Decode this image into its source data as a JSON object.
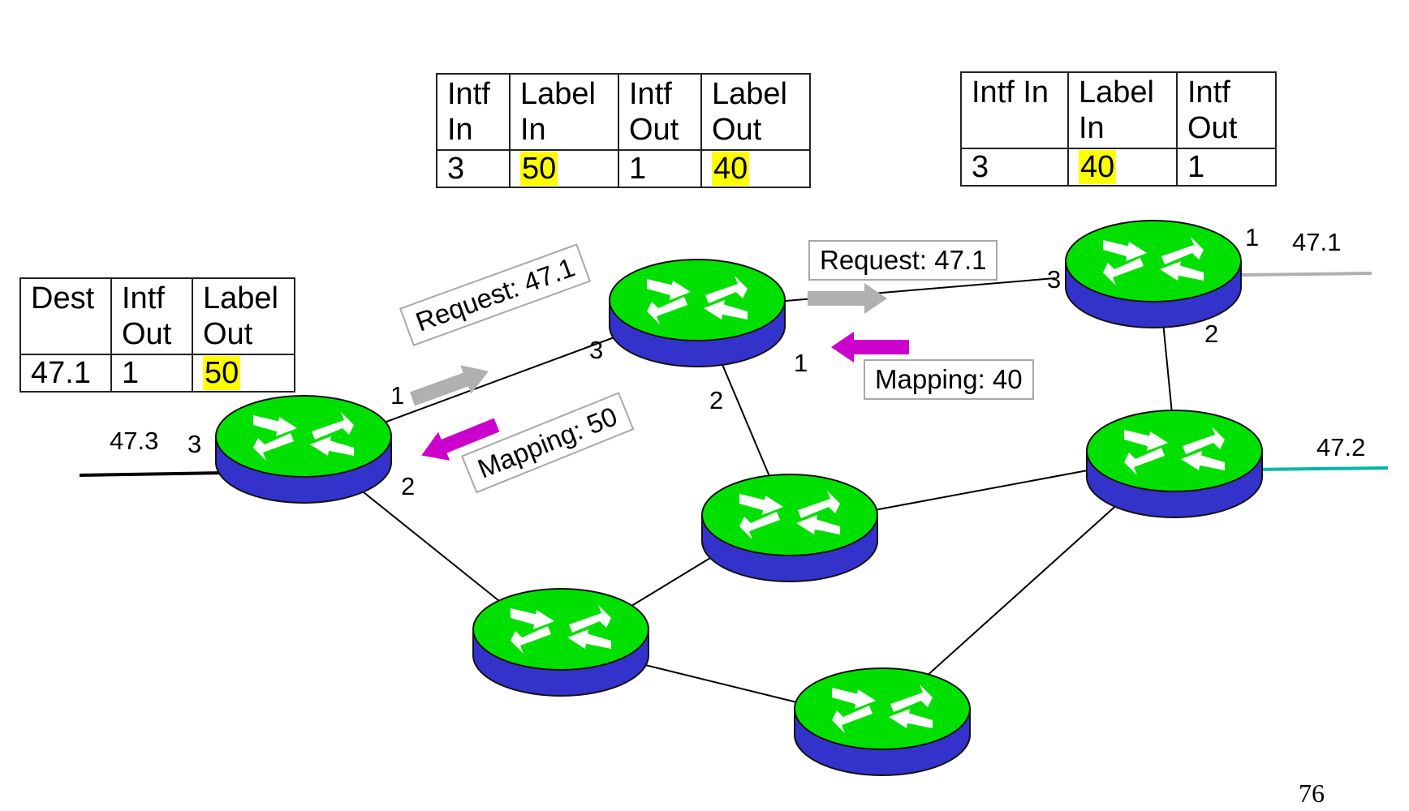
{
  "tables": {
    "ingress": {
      "headers": [
        "Dest",
        "Intf Out",
        "Label Out"
      ],
      "row": [
        "47.1",
        "1",
        "50"
      ]
    },
    "middle": {
      "headers": [
        "Intf In",
        "Label In",
        "Intf Out",
        "Label Out"
      ],
      "row": [
        "3",
        "50",
        "1",
        "40"
      ]
    },
    "egress": {
      "headers": [
        "Intf In",
        "Label In",
        "Intf Out"
      ],
      "row": [
        "3",
        "40",
        "1"
      ]
    }
  },
  "messages": {
    "request_left": "Request: 47.1",
    "request_right": "Request: 47.1",
    "mapping_left": "Mapping: 50",
    "mapping_right": "Mapping: 40"
  },
  "networks": {
    "n473": "47.3",
    "n471": "47.1",
    "n472": "47.2"
  },
  "interfaces": {
    "r1_in": "3",
    "r1_out": "1",
    "r1_down": "2",
    "r2_in": "3",
    "r2_out": "1",
    "r2_down": "2",
    "r3_in": "3",
    "r3_out": "1",
    "r3_down": "2"
  },
  "page_number": "76",
  "colors": {
    "router_top": "#00e000",
    "router_body": "#3333cc",
    "request_arrow": "#b0b0b0",
    "mapping_arrow": "#cc00cc",
    "highlight": "#ffff00",
    "link_47_1": "#b0b0b0",
    "link_47_2": "#00b8a0"
  }
}
